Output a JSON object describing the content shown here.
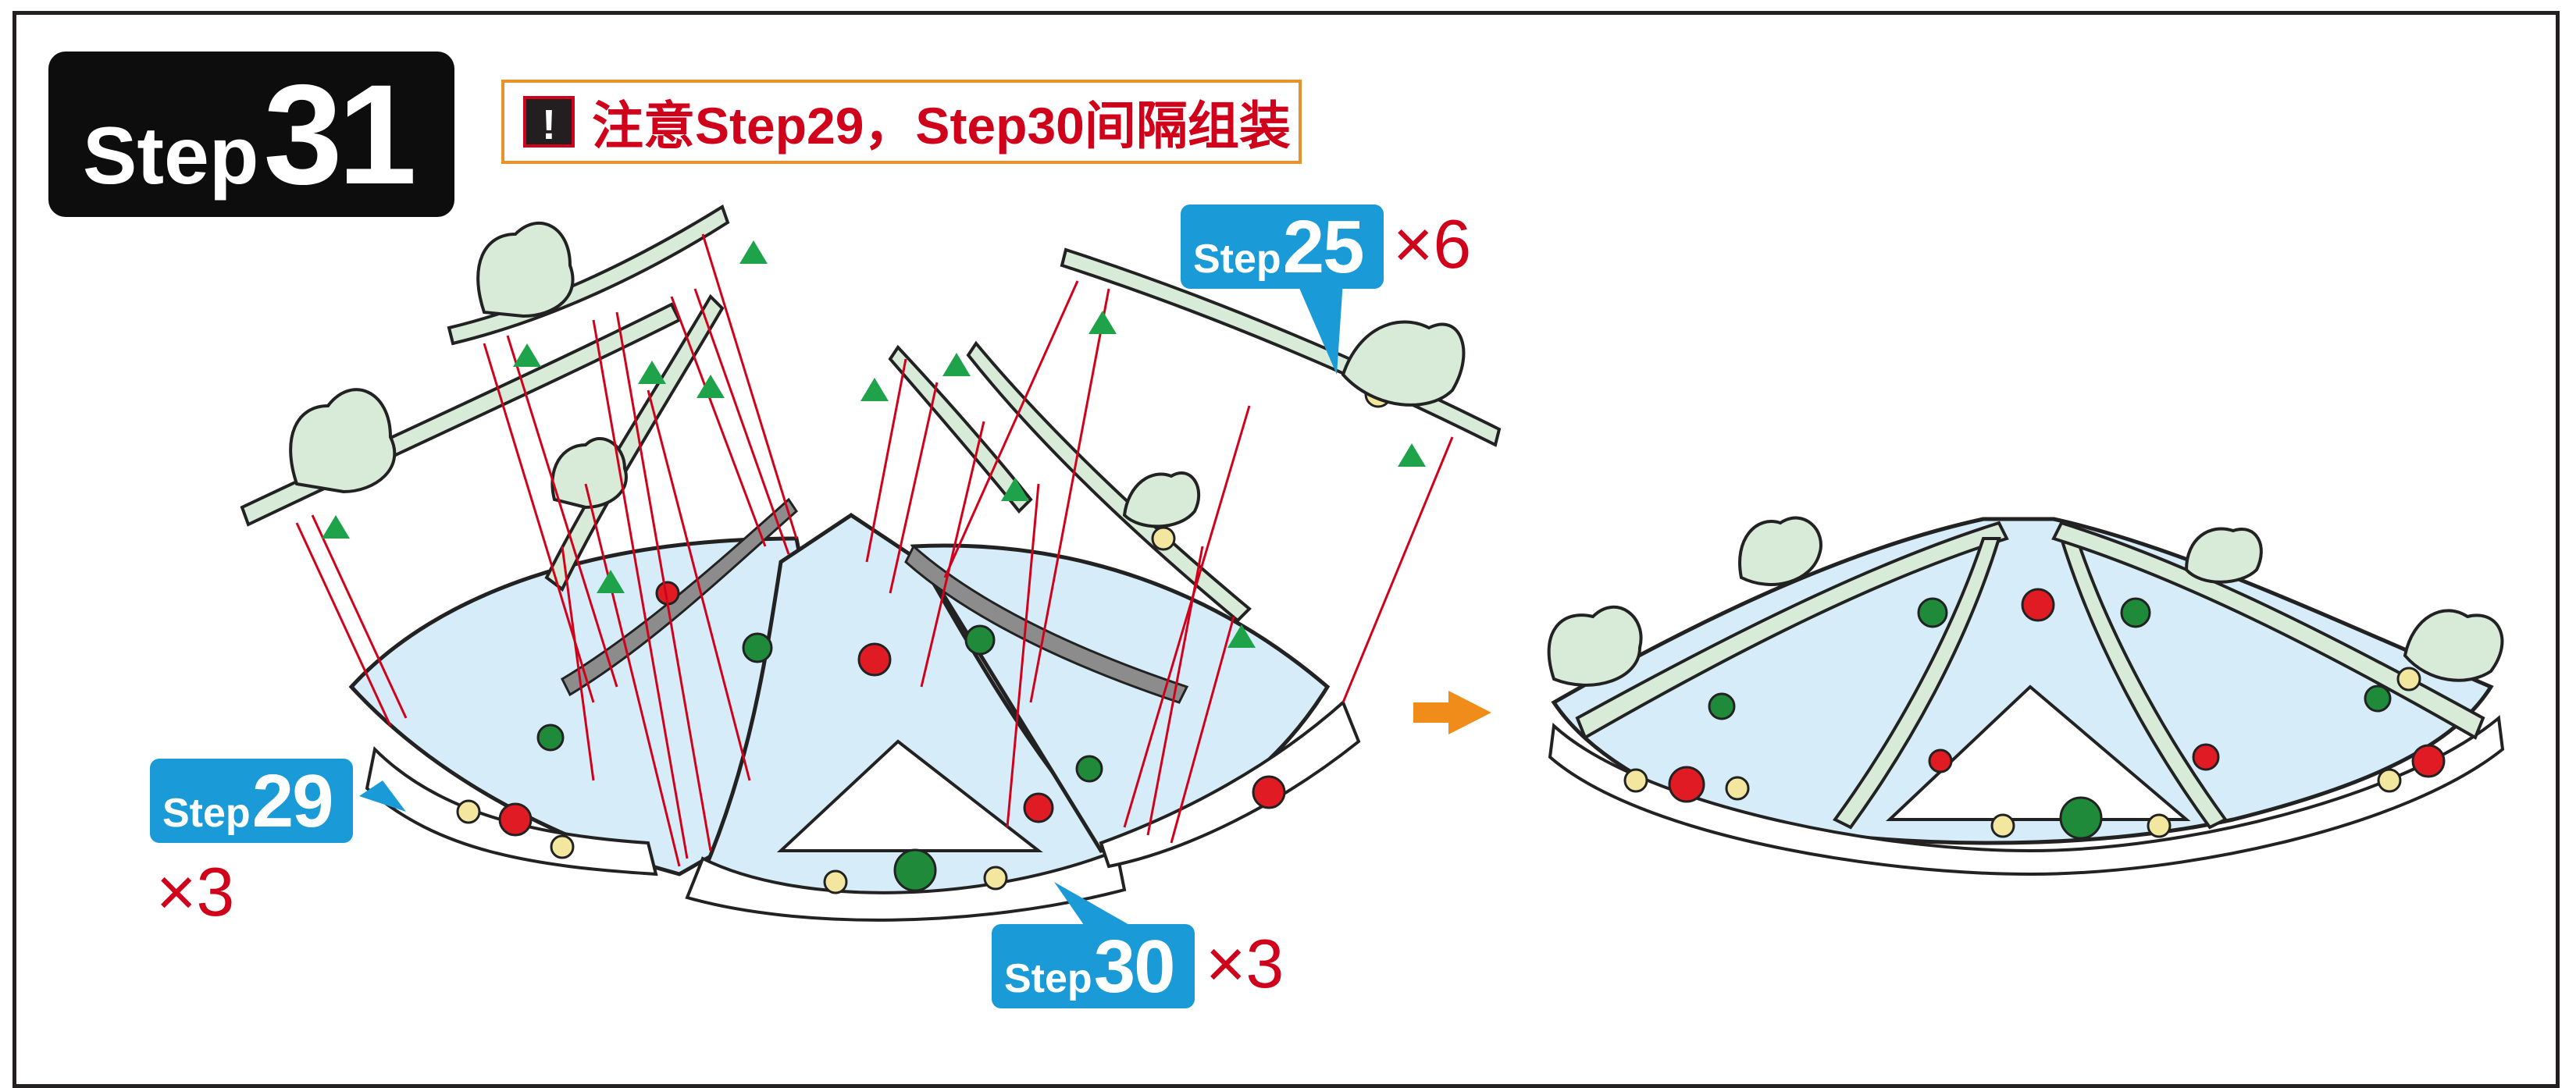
{
  "step": {
    "word": "Step",
    "number": "31"
  },
  "note": {
    "icon": "!",
    "text": "注意Step29，Step30间隔组装"
  },
  "callouts": [
    {
      "id": "step25",
      "word": "Step",
      "number": "25",
      "multiplier": "×6"
    },
    {
      "id": "step29",
      "word": "Step",
      "number": "29",
      "multiplier": "×3"
    },
    {
      "id": "step30",
      "word": "Step",
      "number": "30",
      "multiplier": "×3"
    }
  ],
  "colors": {
    "frame": "#231f20",
    "header_bg": "#0d0d0d",
    "note_border": "#e8922b",
    "note_text": "#d0021b",
    "callout_bg": "#1a9bd7",
    "multiplier": "#d0021b",
    "guide_lines": "#d0021b",
    "marker_triangles": "#1fa34a",
    "arrow": "#f08c1a",
    "roof_fill": "#d6ecf8",
    "beam_fill": "#d8ead8",
    "gem_red": "#e01b24",
    "gem_green": "#1e8a3a",
    "gem_yellow": "#f3e7a0"
  },
  "icons": [
    "warning-icon",
    "arrow-right-icon",
    "triangle-marker-icon"
  ]
}
